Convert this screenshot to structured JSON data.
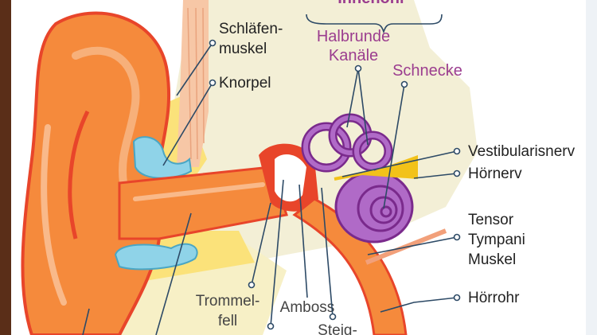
{
  "header": {
    "title": "Innenohr"
  },
  "labels": {
    "schlaefenmuskel_line1": "Schläfen-",
    "schlaefenmuskel_line2": "muskel",
    "knorpel": "Knorpel",
    "halbrunde_line1": "Halbrunde",
    "halbrunde_line2": "Kanäle",
    "schnecke": "Schnecke",
    "vestibularisnerv": "Vestibularisnerv",
    "hoernerv": "Hörnerv",
    "tensor_line1": "Tensor",
    "tensor_line2": "Tympani",
    "tensor_line3": "Muskel",
    "hoerrohr": "Hörrohr",
    "trommelfell_line1": "Trommel-",
    "trommelfell_line2": "fell",
    "amboss": "Amboss",
    "steigbuegel_line1": "Steig-"
  },
  "colors": {
    "outer_ear": "#f58a3c",
    "outer_ear_dark": "#e8452a",
    "bone": "#f3efd6",
    "cartilage": "#8fd3e8",
    "fat": "#fbe27a",
    "inner_ear": "#b06ac7",
    "inner_ear_dark": "#7a2a8c",
    "nerve": "#f2c21a",
    "text_purple": "#9b3d8f",
    "leader": "#2d4a66"
  }
}
